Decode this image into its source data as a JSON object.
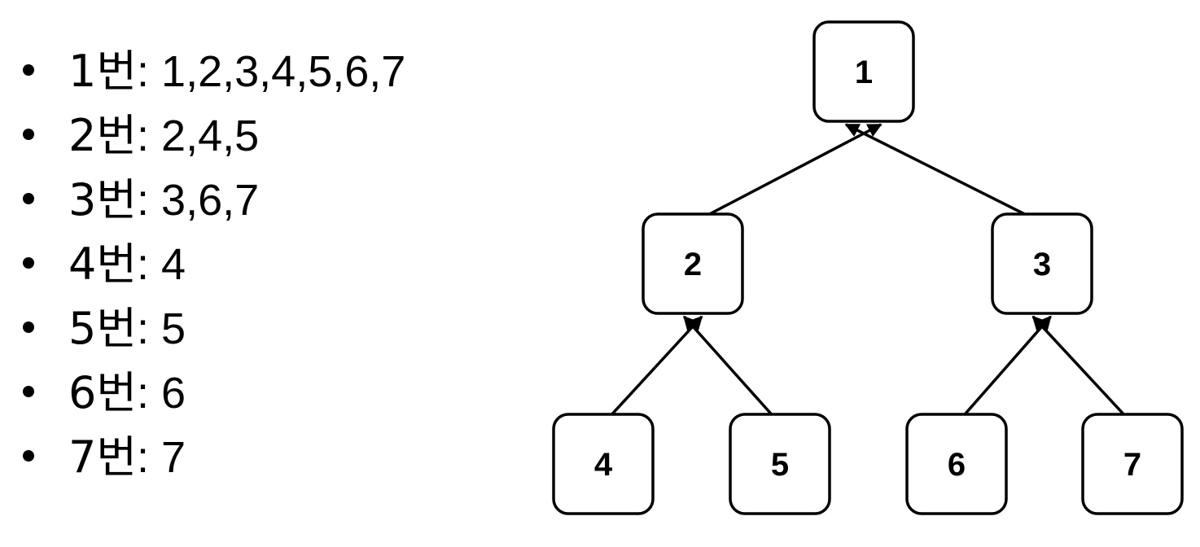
{
  "list": [
    {
      "node": "1",
      "suffix": "번:",
      "values": " 1,2,3,4,5,6,7"
    },
    {
      "node": "2",
      "suffix": "번:",
      "values": " 2,4,5"
    },
    {
      "node": "3",
      "suffix": "번:",
      "values": " 3,6,7"
    },
    {
      "node": "4",
      "suffix": "번:",
      "values": " 4"
    },
    {
      "node": "5",
      "suffix": "번:",
      "values": " 5"
    },
    {
      "node": "6",
      "suffix": "번:",
      "values": " 6"
    },
    {
      "node": "7",
      "suffix": "번:",
      "values": " 7"
    }
  ],
  "tree": {
    "nodes": [
      {
        "id": "1",
        "label": "1"
      },
      {
        "id": "2",
        "label": "2"
      },
      {
        "id": "3",
        "label": "3"
      },
      {
        "id": "4",
        "label": "4"
      },
      {
        "id": "5",
        "label": "5"
      },
      {
        "id": "6",
        "label": "6"
      },
      {
        "id": "7",
        "label": "7"
      }
    ],
    "edges": [
      {
        "from": "2",
        "to": "1"
      },
      {
        "from": "3",
        "to": "1"
      },
      {
        "from": "4",
        "to": "2"
      },
      {
        "from": "5",
        "to": "2"
      },
      {
        "from": "6",
        "to": "3"
      },
      {
        "from": "7",
        "to": "3"
      }
    ],
    "colors": {
      "stroke": "#000000",
      "fill": "#ffffff",
      "text": "#000000"
    }
  }
}
